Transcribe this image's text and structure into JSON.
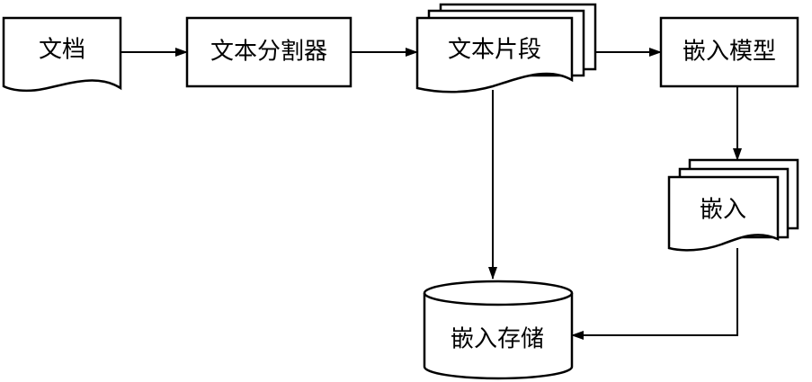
{
  "diagram": {
    "nodes": {
      "document": {
        "label": "文档",
        "shape": "document"
      },
      "splitter": {
        "label": "文本分割器",
        "shape": "process"
      },
      "chunks": {
        "label": "文本片段",
        "shape": "multi-document"
      },
      "embed_model": {
        "label": "嵌入模型",
        "shape": "process"
      },
      "embeddings": {
        "label": "嵌入",
        "shape": "multi-document"
      },
      "store": {
        "label": "嵌入存储",
        "shape": "database"
      }
    },
    "edges": [
      {
        "from": "document",
        "to": "splitter"
      },
      {
        "from": "splitter",
        "to": "chunks"
      },
      {
        "from": "chunks",
        "to": "embed_model"
      },
      {
        "from": "embed_model",
        "to": "embeddings"
      },
      {
        "from": "chunks",
        "to": "store"
      },
      {
        "from": "embeddings",
        "to": "store"
      }
    ]
  }
}
